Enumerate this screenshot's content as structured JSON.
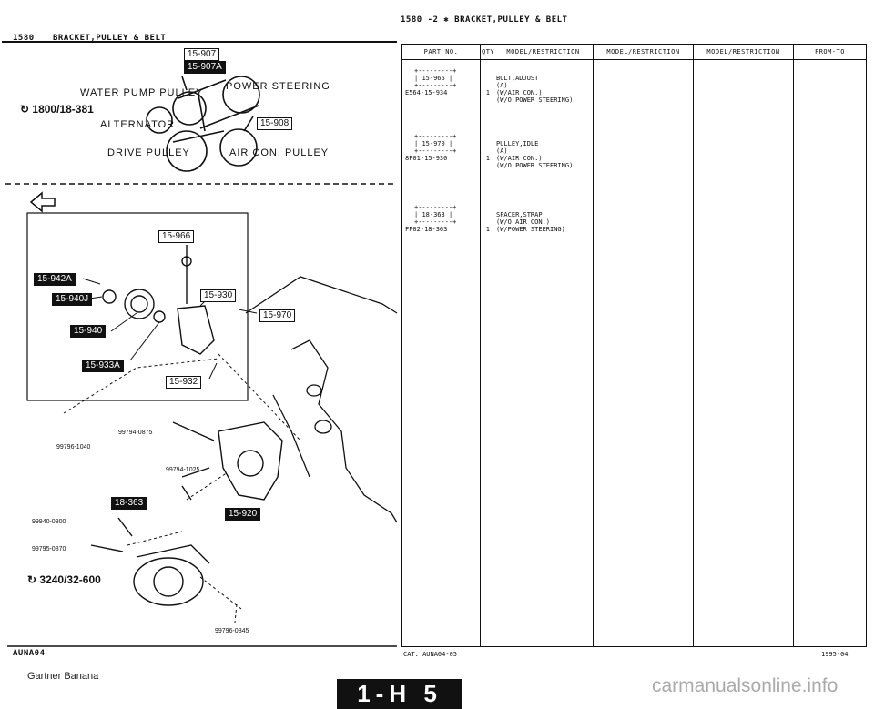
{
  "page_header": {
    "text": "1580 -2 ✱ BRACKET,PULLEY & BELT"
  },
  "left_header": {
    "code": "1580",
    "title": "BRACKET,PULLEY & BELT"
  },
  "diagram": {
    "belt_labels": [
      "15-907",
      "15-907A",
      "15-908"
    ],
    "callouts": {
      "water_pump": "WATER PUMP PULLEY",
      "power_steering": "POWER STEERING",
      "alternator": "ALTERNATOR",
      "drive_pulley": "DRIVE PULLEY",
      "air_con_pulley": "AIR CON. PULLEY"
    },
    "refs": {
      "r1800": "1800/18-381",
      "r3240": "3240/32-600"
    },
    "parts": {
      "p966": "15-966",
      "p942a": "15-942A",
      "p940j": "15-940J",
      "p930": "15-930",
      "p970": "15-970",
      "p940": "15-940",
      "p933a": "15-933A",
      "p932": "15-932",
      "p363": "18-363",
      "p920": "15-920"
    },
    "bolts": {
      "b1": "99796-1040",
      "b2": "99794-0875",
      "b3": "99794-1025",
      "b4": "99940-0800",
      "b5": "99795-0870",
      "b6": "99796-0845"
    },
    "left_footer": "AUNA04"
  },
  "table": {
    "headers": [
      "PART NO.",
      "QTY",
      "MODEL/RESTRICTION",
      "MODEL/RESTRICTION",
      "MODEL/RESTRICTION",
      "FROM-TO"
    ],
    "rows": [
      {
        "ref": "15-966",
        "part_no": "E564-15-934",
        "qty": "1",
        "desc": "BOLT,ADJUST\n(A)\n(W/AIR CON.)\n(W/O POWER STEERING)"
      },
      {
        "ref": "15-970",
        "part_no": "8P01-15-930",
        "qty": "1",
        "desc": "PULLEY,IDLE\n(A)\n(W/AIR CON.)\n(W/O POWER STEERING)"
      },
      {
        "ref": "18-363",
        "part_no": "FP02-18-363",
        "qty": "1",
        "desc": "SPACER,STRAP\n(W/O AIR CON.)\n(W/POWER STEERING)"
      }
    ],
    "footer_left": "CAT. AUNA04-05",
    "footer_right": "1995-04"
  },
  "credit": "Gartner Banana",
  "badge": "1-H 5",
  "watermark": "carmanualsonline.info"
}
